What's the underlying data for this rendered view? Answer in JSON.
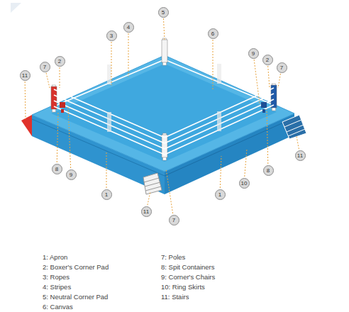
{
  "diagram": {
    "labels": [
      "5",
      "4",
      "3",
      "6",
      "9",
      "2",
      "7",
      "2",
      "7",
      "11",
      "8",
      "9",
      "1",
      "11",
      "7",
      "1",
      "10",
      "8",
      "11",
      "1: Apron",
      "2: Boxer's Corner Pad",
      "3: Ropes",
      "4: Stripes",
      "5: Neutral Corner Pad",
      "6: Canvas",
      "7: Poles",
      "8: Spit Containers",
      "9: Corner's Chairs",
      "10: Ring Skirts",
      "11: Stairs"
    ]
  }
}
